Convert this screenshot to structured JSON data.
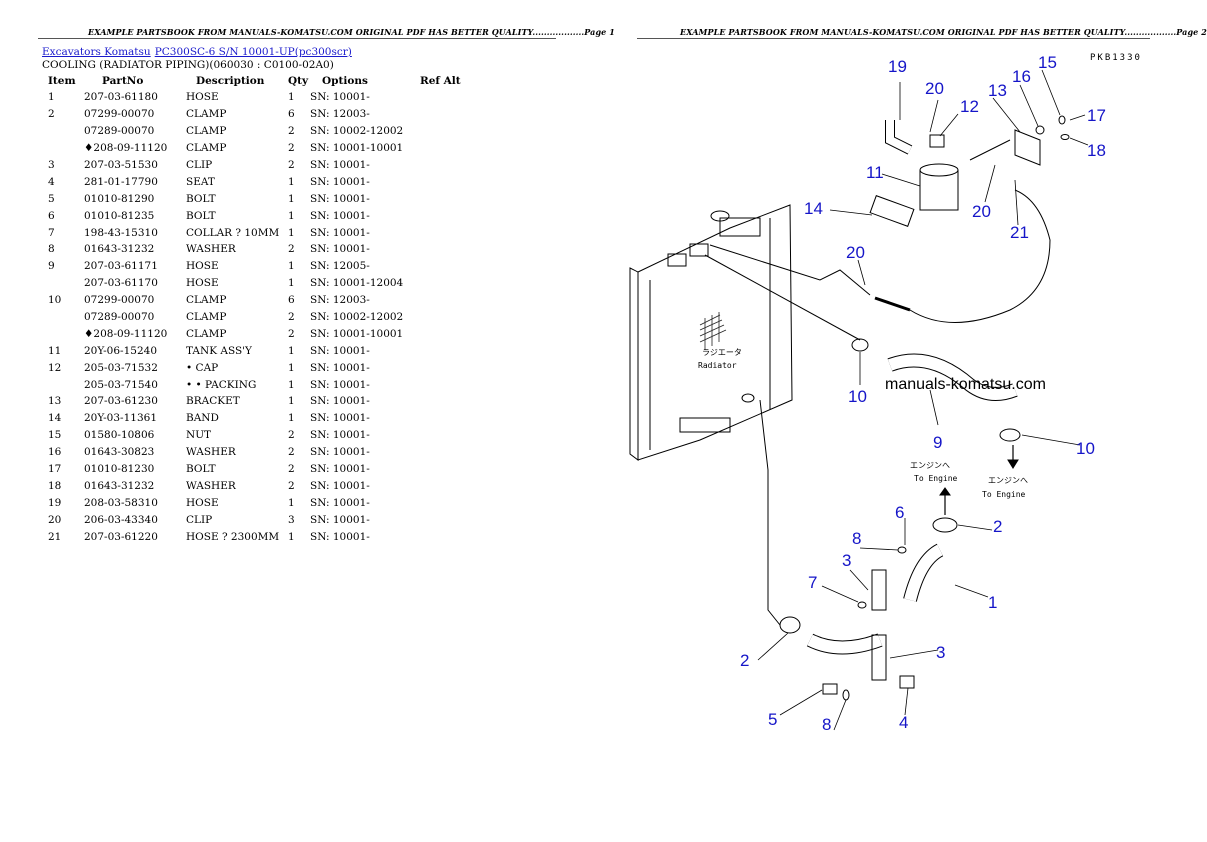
{
  "header": {
    "left": "EXAMPLE PARTSBOOK FROM MANUALS-KOMATSU.COM ORIGINAL PDF HAS BETTER QUALITY..................Page 1",
    "right": "EXAMPLE PARTSBOOK FROM MANUALS-KOMATSU.COM ORIGINAL PDF HAS BETTER QUALITY..................Page 2"
  },
  "breadcrumb": {
    "link1": "Excavators Komatsu",
    "link2": "PC300SC-6 S/N 10001-UP(pc300scr)"
  },
  "section_title": "COOLING (RADIATOR PIPING)(060030 : C0100-02A0)",
  "table": {
    "headers": [
      "Item",
      "PartNo",
      "Description",
      "Qty",
      "Options",
      "Ref Alt"
    ],
    "rows": [
      [
        "1",
        "207-03-61180",
        "HOSE",
        "1",
        "SN: 10001-",
        ""
      ],
      [
        "2",
        "07299-00070",
        "CLAMP",
        "6",
        "SN: 12003-",
        ""
      ],
      [
        "",
        "07289-00070",
        "CLAMP",
        "2",
        "SN: 10002-12002",
        ""
      ],
      [
        "",
        "♦208-09-11120",
        "CLAMP",
        "2",
        "SN: 10001-10001",
        ""
      ],
      [
        "3",
        "207-03-51530",
        "CLIP",
        "2",
        "SN: 10001-",
        ""
      ],
      [
        "4",
        "281-01-17790",
        "SEAT",
        "1",
        "SN: 10001-",
        ""
      ],
      [
        "5",
        "01010-81290",
        "BOLT",
        "1",
        "SN: 10001-",
        ""
      ],
      [
        "6",
        "01010-81235",
        "BOLT",
        "1",
        "SN: 10001-",
        ""
      ],
      [
        "7",
        "198-43-15310",
        "COLLAR ? 10MM",
        "1",
        "SN: 10001-",
        ""
      ],
      [
        "8",
        "01643-31232",
        "WASHER",
        "2",
        "SN: 10001-",
        ""
      ],
      [
        "9",
        "207-03-61171",
        "HOSE",
        "1",
        "SN: 12005-",
        ""
      ],
      [
        "",
        "207-03-61170",
        "HOSE",
        "1",
        "SN: 10001-12004",
        ""
      ],
      [
        "10",
        "07299-00070",
        "CLAMP",
        "6",
        "SN: 12003-",
        ""
      ],
      [
        "",
        "07289-00070",
        "CLAMP",
        "2",
        "SN: 10002-12002",
        ""
      ],
      [
        "",
        "♦208-09-11120",
        "CLAMP",
        "2",
        "SN: 10001-10001",
        ""
      ],
      [
        "11",
        "20Y-06-15240",
        "TANK ASS'Y",
        "1",
        "SN: 10001-",
        ""
      ],
      [
        "12",
        "205-03-71532",
        "• CAP",
        "1",
        "SN: 10001-",
        ""
      ],
      [
        "",
        "205-03-71540",
        "• • PACKING",
        "1",
        "SN: 10001-",
        ""
      ],
      [
        "13",
        "207-03-61230",
        "BRACKET",
        "1",
        "SN: 10001-",
        ""
      ],
      [
        "14",
        "20Y-03-11361",
        "BAND",
        "1",
        "SN: 10001-",
        ""
      ],
      [
        "15",
        "01580-10806",
        "NUT",
        "2",
        "SN: 10001-",
        ""
      ],
      [
        "16",
        "01643-30823",
        "WASHER",
        "2",
        "SN: 10001-",
        ""
      ],
      [
        "17",
        "01010-81230",
        "BOLT",
        "2",
        "SN: 10001-",
        ""
      ],
      [
        "18",
        "01643-31232",
        "WASHER",
        "2",
        "SN: 10001-",
        ""
      ],
      [
        "19",
        "208-03-58310",
        "HOSE",
        "1",
        "SN: 10001-",
        ""
      ],
      [
        "20",
        "206-03-43340",
        "CLIP",
        "3",
        "SN: 10001-",
        ""
      ],
      [
        "21",
        "207-03-61220",
        "HOSE ? 2300MM",
        "1",
        "SN: 10001-",
        ""
      ]
    ]
  },
  "diagram": {
    "code": "PKB1330",
    "watermark": "manuals-komatsu.com",
    "radiator_jp": "ラジエータ",
    "radiator_en": "Radiator",
    "to_engine_jp": "エンジンへ",
    "to_engine_en": "To Engine",
    "callouts": [
      "1",
      "2",
      "2",
      "3",
      "3",
      "4",
      "5",
      "6",
      "7",
      "8",
      "8",
      "9",
      "10",
      "10",
      "11",
      "12",
      "13",
      "14",
      "15",
      "16",
      "17",
      "18",
      "19",
      "20",
      "20",
      "20",
      "21"
    ]
  },
  "colors": {
    "callout": "#1515c8",
    "link": "#1a1acc"
  }
}
